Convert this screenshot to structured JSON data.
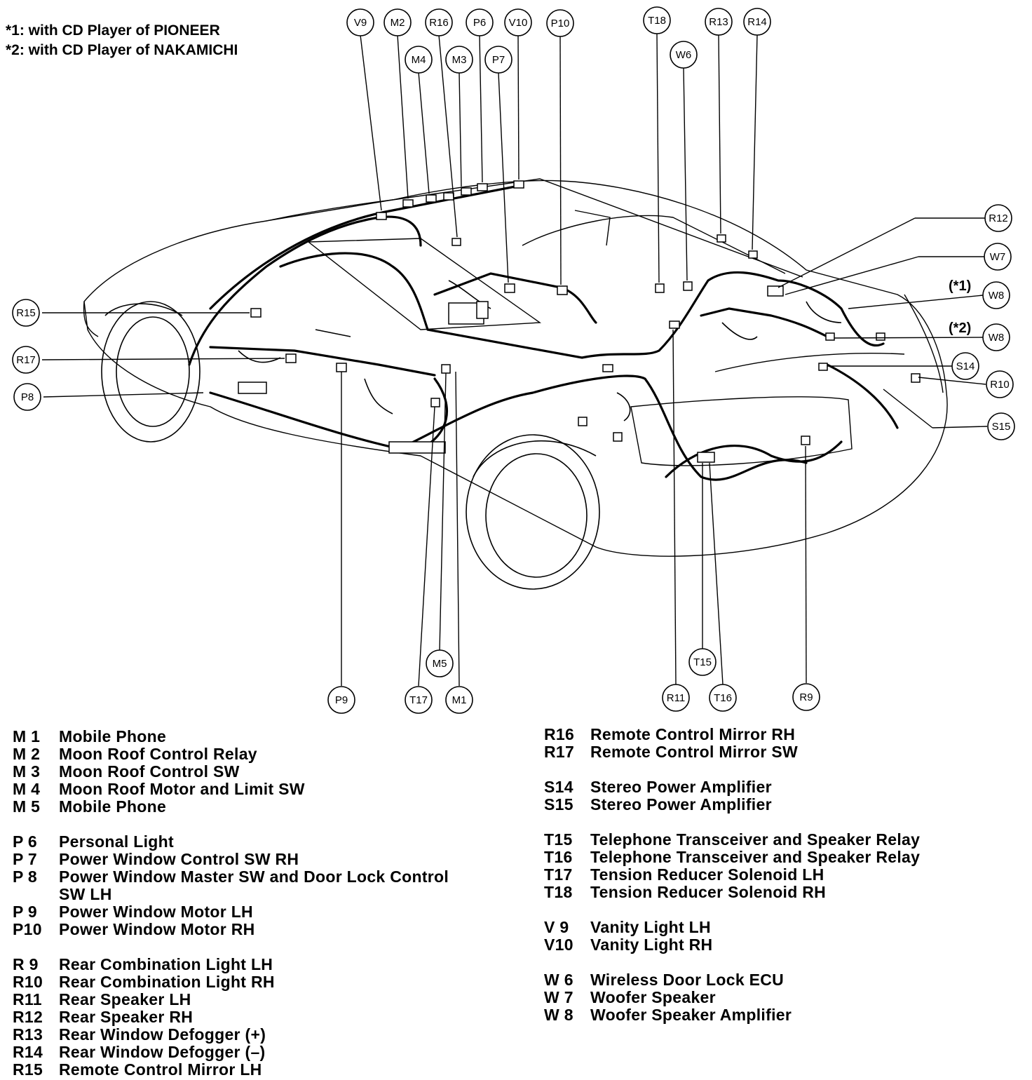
{
  "notes": [
    "*1: with CD Player of PIONEER",
    "*2: with CD Player of NAKAMICHI"
  ],
  "callouts": {
    "V9": "V9",
    "M2": "M2",
    "R16": "R16",
    "P6": "P6",
    "V10": "V10",
    "P10": "P10",
    "T18": "T18",
    "R13": "R13",
    "R14": "R14",
    "M4": "M4",
    "M3": "M3",
    "P7": "P7",
    "W6": "W6",
    "R12": "R12",
    "W7": "W7",
    "W8a": "W8",
    "W8b": "W8",
    "S14": "S14",
    "R10": "R10",
    "S15": "S15",
    "R15": "R15",
    "R17": "R17",
    "P8": "P8",
    "P9": "P9",
    "T17": "T17",
    "M1": "M1",
    "M5": "M5",
    "R11": "R11",
    "T15": "T15",
    "T16": "T16",
    "R9": "R9"
  },
  "variant_marks": {
    "star1": "(*1)",
    "star2": "(*2)"
  },
  "legend_left": [
    {
      "code": "M 1",
      "label": "Mobile Phone"
    },
    {
      "code": "M 2",
      "label": "Moon Roof Control Relay"
    },
    {
      "code": "M 3",
      "label": "Moon Roof Control SW"
    },
    {
      "code": "M 4",
      "label": "Moon Roof Motor and Limit SW"
    },
    {
      "code": "M 5",
      "label": "Mobile Phone"
    },
    {
      "code": "P  6",
      "label": "Personal Light"
    },
    {
      "code": "P  7",
      "label": "Power Window Control SW RH"
    },
    {
      "code": "P  8",
      "label": "Power Window Master SW and Door Lock Control"
    },
    {
      "code": "",
      "label": "SW LH"
    },
    {
      "code": "P  9",
      "label": "Power Window Motor LH"
    },
    {
      "code": "P10",
      "label": "Power Window Motor RH"
    },
    {
      "code": "R  9",
      "label": "Rear Combination Light LH"
    },
    {
      "code": "R10",
      "label": "Rear Combination Light RH"
    },
    {
      "code": "R11",
      "label": "Rear Speaker LH"
    },
    {
      "code": "R12",
      "label": "Rear Speaker RH"
    },
    {
      "code": "R13",
      "label": "Rear Window Defogger (+)"
    },
    {
      "code": "R14",
      "label": "Rear Window Defogger (–)"
    },
    {
      "code": "R15",
      "label": "Remote Control Mirror LH"
    }
  ],
  "legend_right": [
    {
      "code": "R16",
      "label": "Remote Control Mirror RH"
    },
    {
      "code": "R17",
      "label": "Remote Control Mirror SW"
    },
    {
      "code": "S14",
      "label": "Stereo Power Amplifier"
    },
    {
      "code": "S15",
      "label": "Stereo Power Amplifier"
    },
    {
      "code": "T15",
      "label": "Telephone Transceiver and Speaker Relay"
    },
    {
      "code": "T16",
      "label": "Telephone Transceiver and Speaker Relay"
    },
    {
      "code": "T17",
      "label": "Tension Reducer Solenoid LH"
    },
    {
      "code": "T18",
      "label": "Tension Reducer Solenoid RH"
    },
    {
      "code": "V  9",
      "label": "Vanity Light LH"
    },
    {
      "code": "V10",
      "label": "Vanity Light RH"
    },
    {
      "code": "W 6",
      "label": "Wireless Door Lock ECU"
    },
    {
      "code": "W 7",
      "label": "Woofer Speaker"
    },
    {
      "code": "W 8",
      "label": "Woofer Speaker Amplifier"
    }
  ]
}
